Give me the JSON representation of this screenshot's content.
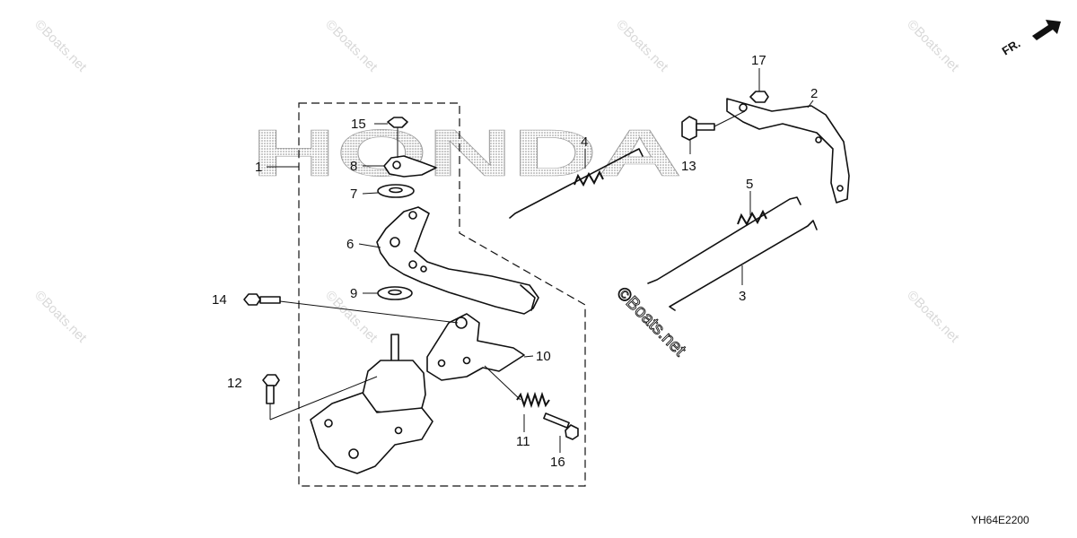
{
  "diagram": {
    "brand_watermark": "HONDA",
    "site_watermark": "©Boats.net",
    "site_watermark_main": "©Boats.net",
    "direction_label": "FR.",
    "reference_code": "YH64E2200",
    "callouts": {
      "c1": "1",
      "c2": "2",
      "c3": "3",
      "c4": "4",
      "c5": "5",
      "c6": "6",
      "c7": "7",
      "c8": "8",
      "c9": "9",
      "c10": "10",
      "c11": "11",
      "c12": "12",
      "c13": "13",
      "c14": "14",
      "c15": "15",
      "c16": "16",
      "c17": "17"
    }
  }
}
